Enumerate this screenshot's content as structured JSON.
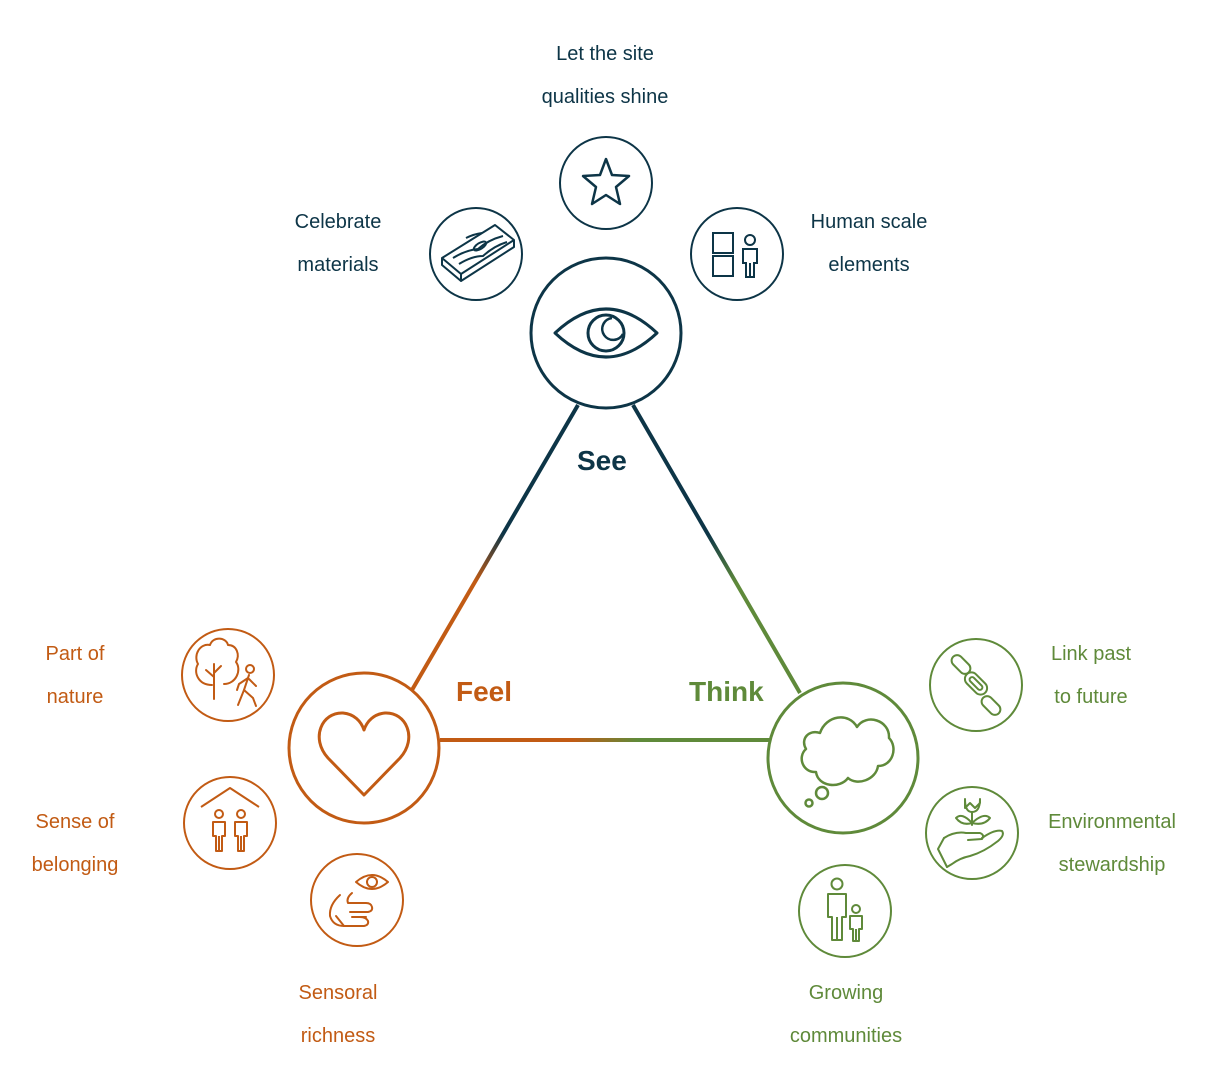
{
  "colors": {
    "see": "#0d3547",
    "feel": "#c25b14",
    "think": "#5f8a3a"
  },
  "pillars": {
    "see": {
      "title": "See",
      "icon": "eye-icon"
    },
    "feel": {
      "title": "Feel",
      "icon": "heart-icon"
    },
    "think": {
      "title": "Think",
      "icon": "thought-bubble-icon"
    }
  },
  "satellites": {
    "site_qualities": {
      "line1": "Let the site",
      "line2": "qualities shine",
      "icon": "star-icon"
    },
    "materials": {
      "line1": "Celebrate",
      "line2": "materials",
      "icon": "wood-plank-icon"
    },
    "human_scale": {
      "line1": "Human scale",
      "line2": "elements",
      "icon": "human-scale-icon"
    },
    "nature": {
      "line1": "Part of",
      "line2": "nature",
      "icon": "tree-walker-icon"
    },
    "belonging": {
      "line1": "Sense of",
      "line2": "belonging",
      "icon": "people-house-icon"
    },
    "sensoral": {
      "line1": "Sensoral",
      "line2": "richness",
      "icon": "eye-hand-icon"
    },
    "past_future": {
      "line1": "Link past",
      "line2": "to future",
      "icon": "chain-link-icon"
    },
    "stewardship": {
      "line1": "Environmental",
      "line2": "stewardship",
      "icon": "hand-plant-icon"
    },
    "communities": {
      "line1": "Growing",
      "line2": "communities",
      "icon": "adult-child-icon"
    }
  }
}
